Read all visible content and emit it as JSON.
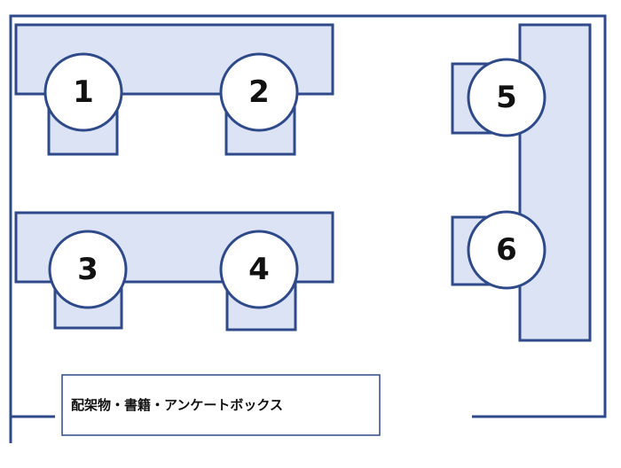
{
  "colors": {
    "wall": "#2f4a8a",
    "desk_fill": "#dbe3f4",
    "desk_stroke": "#2f4a8a",
    "circle_fill": "#ffffff",
    "circle_stroke": "#2f4a8a"
  },
  "seats": [
    {
      "number": "1"
    },
    {
      "number": "2"
    },
    {
      "number": "3"
    },
    {
      "number": "4"
    },
    {
      "number": "5"
    },
    {
      "number": "6"
    }
  ],
  "label": {
    "text": "配架物・書籍・アンケートボックス"
  }
}
